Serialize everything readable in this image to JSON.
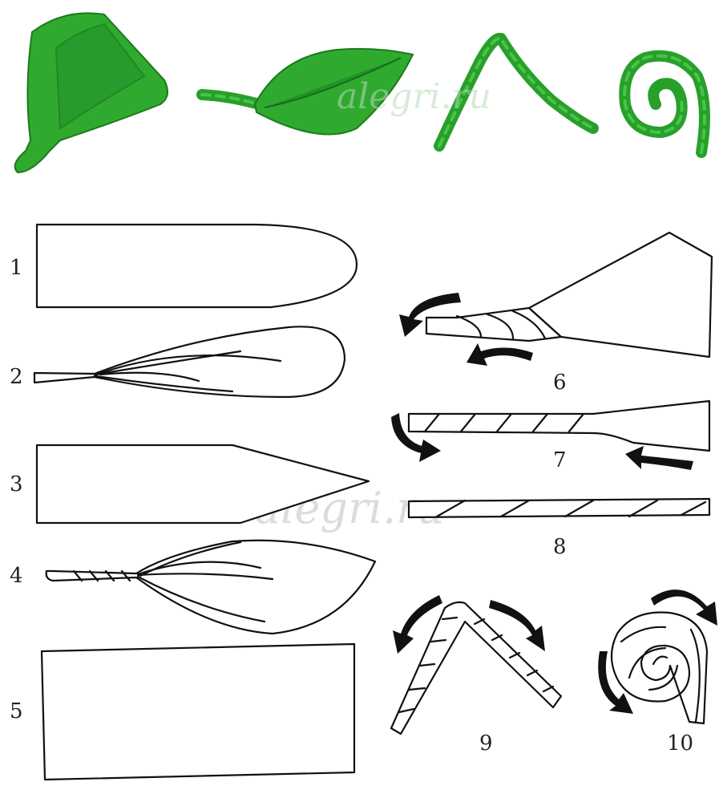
{
  "watermarks": {
    "top": "alegri.ru",
    "middle": "alegri.ru"
  },
  "step_labels": {
    "s1": "1",
    "s2": "2",
    "s3": "3",
    "s4": "4",
    "s5": "5",
    "s6": "6",
    "s7": "7",
    "s8": "8",
    "s9": "9",
    "s10": "10"
  },
  "colors": {
    "paper_green": "#2faa2f",
    "line": "#111111"
  }
}
